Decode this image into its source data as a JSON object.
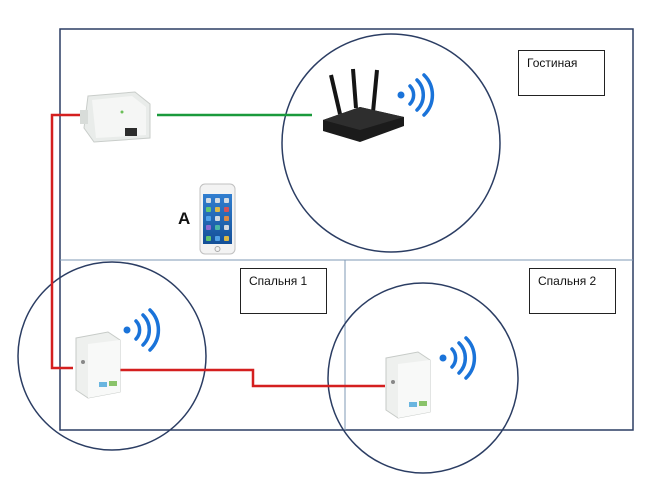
{
  "rooms": {
    "living_room": "Гостиная",
    "bedroom_1": "Спальня 1",
    "bedroom_2": "Спальня 2"
  },
  "device_marker": "A",
  "colors": {
    "wall": "#2b3d63",
    "wired_green": "#1a9a3c",
    "wired_red": "#d41f1f",
    "wifi_blue": "#1a73d9",
    "coverage_circle": "#2b3d63"
  },
  "icons": [
    "router-icon",
    "powerline-adapter-icon",
    "wifi-powerline-extender-icon",
    "smartphone-icon",
    "wifi-signal-icon"
  ]
}
